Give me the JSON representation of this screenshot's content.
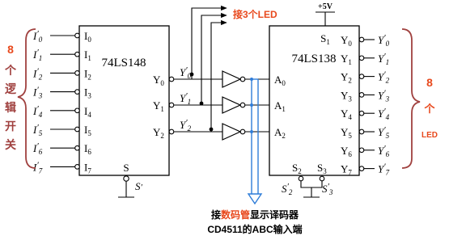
{
  "left_chip": {
    "name": "74LS148",
    "inputs": [
      {
        "ext": "I",
        "ext_sub": "0",
        "pin": "I",
        "pin_sub": "0"
      },
      {
        "ext": "I",
        "ext_sub": "1",
        "pin": "I",
        "pin_sub": "1"
      },
      {
        "ext": "I",
        "ext_sub": "2",
        "pin": "I",
        "pin_sub": "2"
      },
      {
        "ext": "I",
        "ext_sub": "3",
        "pin": "I",
        "pin_sub": "3"
      },
      {
        "ext": "I",
        "ext_sub": "4",
        "pin": "I",
        "pin_sub": "4"
      },
      {
        "ext": "I",
        "ext_sub": "5",
        "pin": "I",
        "pin_sub": "5"
      },
      {
        "ext": "I",
        "ext_sub": "6",
        "pin": "I",
        "pin_sub": "6"
      },
      {
        "ext": "I",
        "ext_sub": "7",
        "pin": "I",
        "pin_sub": "7"
      }
    ],
    "outputs": [
      {
        "pin": "Y",
        "pin_sub": "0",
        "ext": "Y",
        "ext_sub": "0"
      },
      {
        "pin": "Y",
        "pin_sub": "1",
        "ext": "Y",
        "ext_sub": "1"
      },
      {
        "pin": "Y",
        "pin_sub": "2",
        "ext": "Y",
        "ext_sub": "2"
      }
    ],
    "enable_pin": "S",
    "enable_ext": "S"
  },
  "right_chip": {
    "name": "74LS138",
    "enable_top": {
      "pin": "S",
      "sub": "1"
    },
    "supply": "+5V",
    "inputs": [
      {
        "pin": "A",
        "sub": "0"
      },
      {
        "pin": "A",
        "sub": "1"
      },
      {
        "pin": "A",
        "sub": "2"
      }
    ],
    "outputs": [
      {
        "pin": "Y",
        "sub": "0",
        "ext": "Y",
        "ext_sub": "0"
      },
      {
        "pin": "Y",
        "sub": "1",
        "ext": "Y",
        "ext_sub": "1"
      },
      {
        "pin": "Y",
        "sub": "2",
        "ext": "Y",
        "ext_sub": "2"
      },
      {
        "pin": "Y",
        "sub": "3",
        "ext": "Y",
        "ext_sub": "3"
      },
      {
        "pin": "Y",
        "sub": "4",
        "ext": "Y",
        "ext_sub": "4"
      },
      {
        "pin": "Y",
        "sub": "5",
        "ext": "Y",
        "ext_sub": "5"
      },
      {
        "pin": "Y",
        "sub": "6",
        "ext": "Y",
        "ext_sub": "6"
      },
      {
        "pin": "Y",
        "sub": "7",
        "ext": "Y",
        "ext_sub": "7"
      }
    ],
    "enables_bottom": [
      {
        "pin": "S",
        "sub": "2",
        "ext": "S",
        "ext_sub": "2"
      },
      {
        "pin": "S",
        "sub": "3",
        "ext": "S",
        "ext_sub": "3"
      }
    ]
  },
  "annotations": {
    "left_label_num": "8",
    "left_label_chars": [
      "个",
      "逻",
      "辑",
      "开",
      "关"
    ],
    "right_label_num": "8",
    "right_label_char": "个",
    "right_label_led": "LED",
    "top_led": "接3个LED",
    "bottom_line1_pre": "接",
    "bottom_line1_red": "数码管",
    "bottom_line1_post": "显示译码器",
    "bottom_line2": "CD4511的ABC输入端"
  },
  "colors": {
    "brace": "#a0413f",
    "label_red": "#e8491d",
    "arrow_blue": "#2f7dd8",
    "ink": "#000000"
  }
}
